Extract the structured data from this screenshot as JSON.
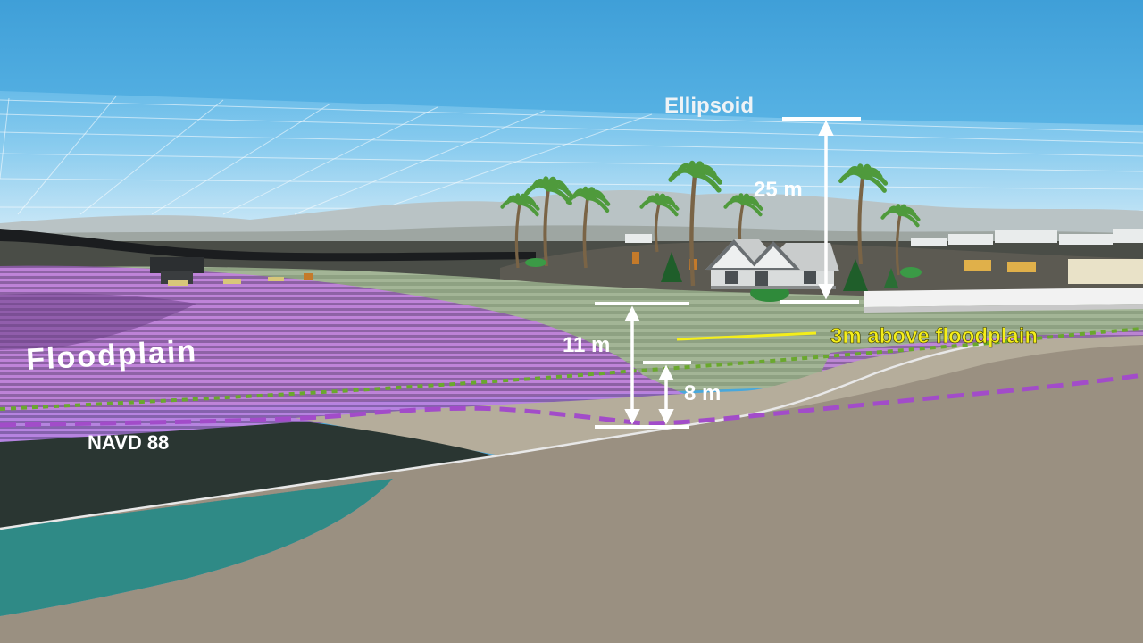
{
  "labels": {
    "ellipsoid": "Ellipsoid",
    "ellipsoid_height": "25 m",
    "total_height": "11 m",
    "navd_height": "8 m",
    "above_floodplain": "3m above floodplain",
    "floodplain": "Floodplain",
    "navd": "NAVD 88"
  },
  "colors": {
    "sky": "#48a8dc",
    "floodplain_purple": "#b57bd6",
    "navd_line": "#a24cc9",
    "floodplain_line": "#6aa82e",
    "highlight_text": "#f4ee1a",
    "ground": "#9a9081",
    "water": "#2f8a86",
    "dark_soil": "#2a3632"
  }
}
